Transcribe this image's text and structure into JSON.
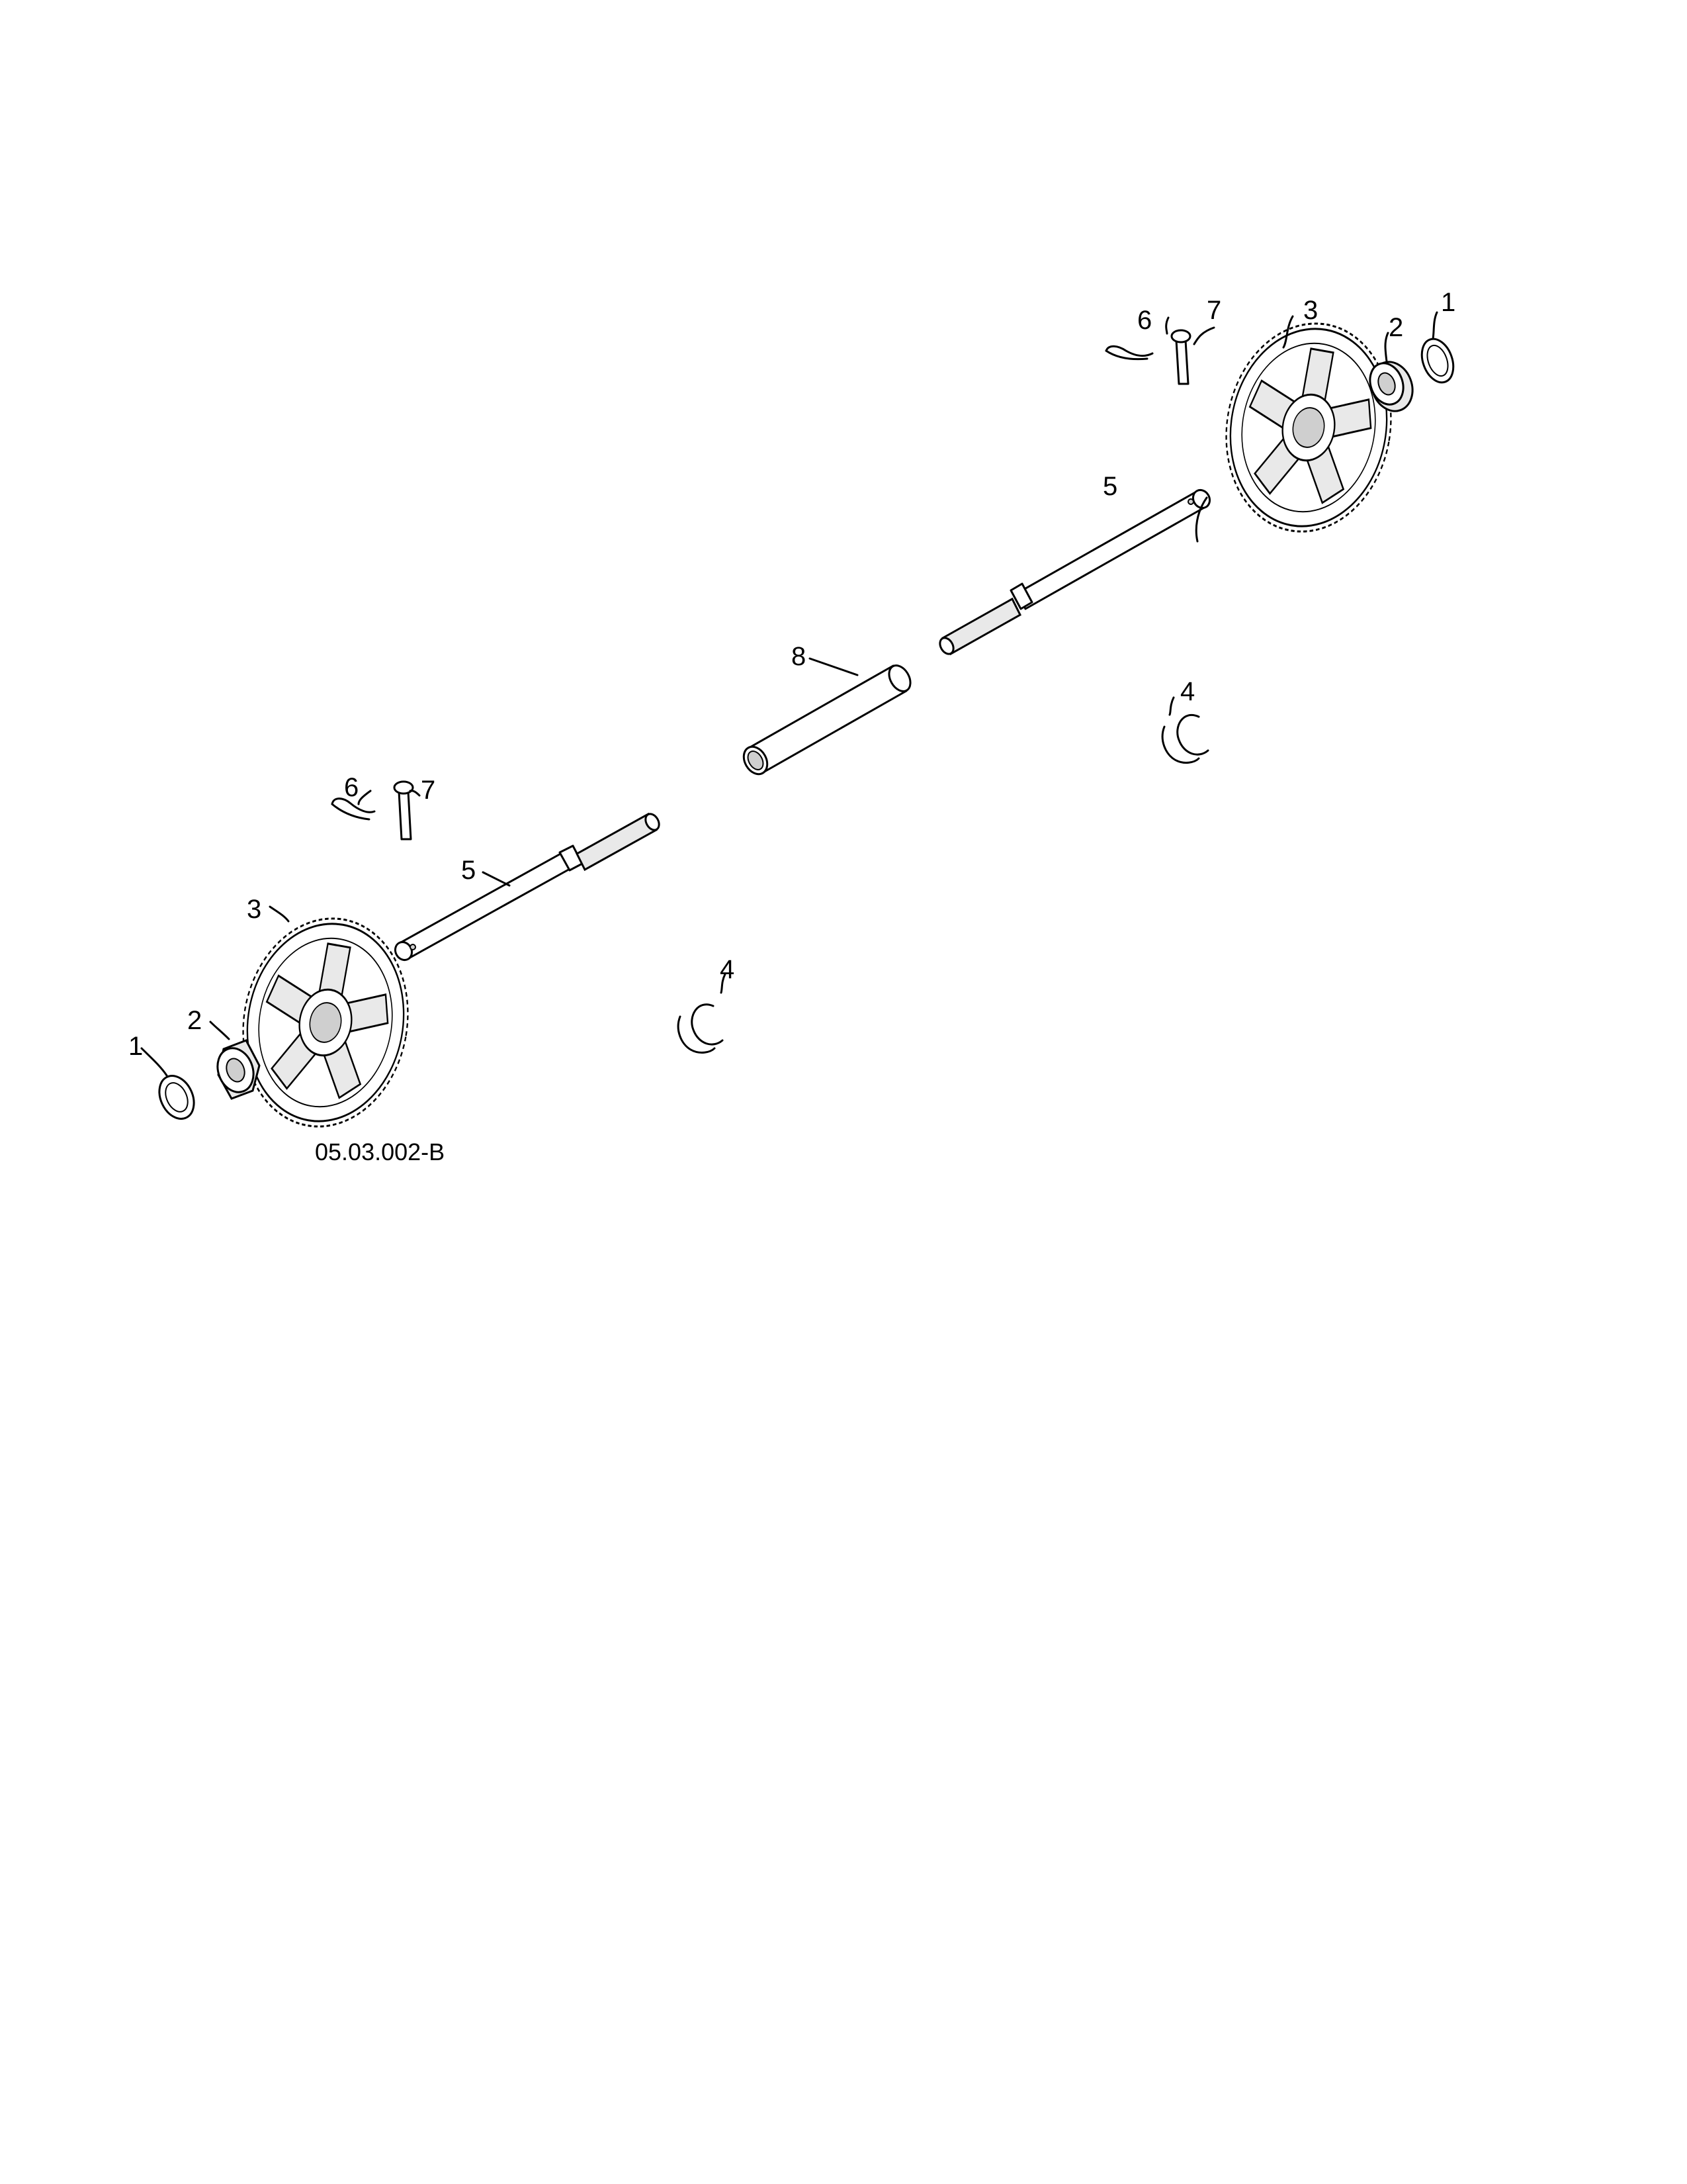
{
  "diagram": {
    "drawing_code": "05.03.002-B",
    "callouts": {
      "washer_right": "1",
      "washer_left": "1",
      "bushing_right": "2",
      "bushing_left": "2",
      "gear_right": "3",
      "gear_left": "3",
      "eclip_right": "4",
      "eclip_left": "4",
      "shaft_right": "5",
      "shaft_left": "5",
      "hairpin_right": "6",
      "hairpin_left": "6",
      "pin_right": "7",
      "pin_left": "7",
      "sleeve": "8"
    }
  }
}
